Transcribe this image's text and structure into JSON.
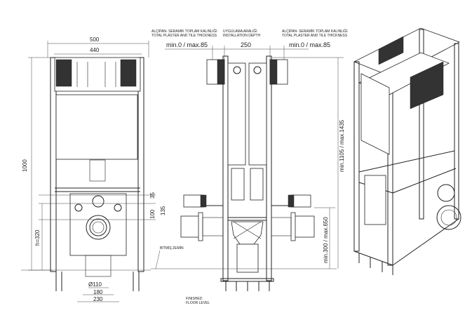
{
  "front_view": {
    "width_outer": "500",
    "width_inner": "440",
    "height": "1000",
    "outlet_height": "h=320",
    "pipe_diameter": "Ø110",
    "width_180": "180",
    "width_230": "230",
    "dim_35": "35",
    "dim_100": "100",
    "dim_135": "135"
  },
  "side_view": {
    "plaster_label_tr": "ALÇIPAN- SERAMİK TOPLAM KALINLIĞI",
    "plaster_label_en": "TOTAL PLASTER AND TILE THICKNESS",
    "depth_label_tr": "UYGULAMA ARALIĞI",
    "depth_label_en": "INSTALLATION DEPTH",
    "plaster_left": "min.0 / max.85",
    "depth": "250",
    "plaster_right": "min.0 / max.85",
    "total_height": "min.1105 / max.1435",
    "outlet_height": "min.300 / max.650",
    "floor_tr": "BİTMİŞ ZEMİN",
    "floor_en_1": "FINISHED",
    "floor_en_2": "FLOOR LEVEL"
  }
}
